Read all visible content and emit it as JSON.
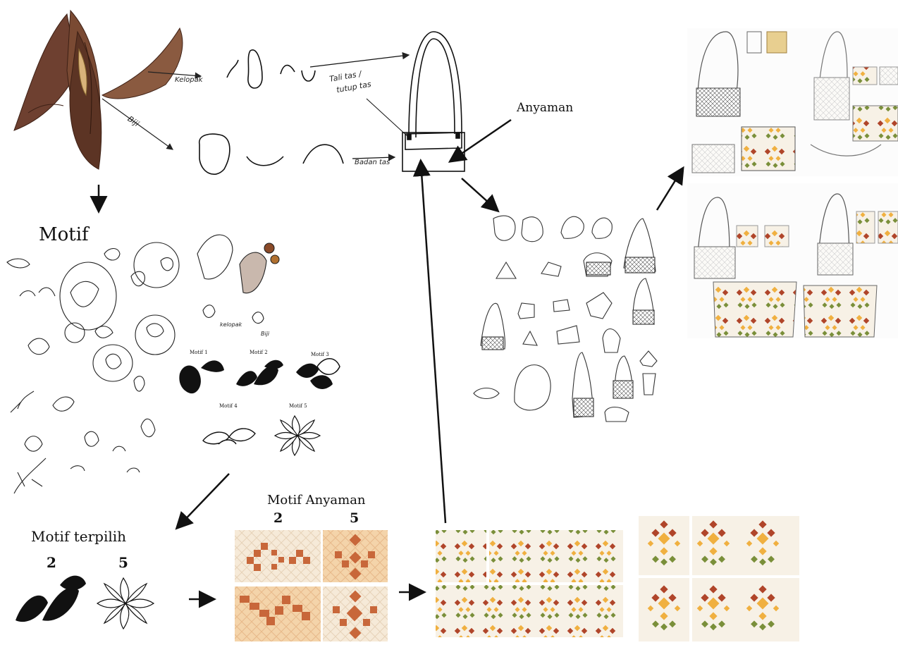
{
  "labels": {
    "kelopak": "Kelopak",
    "biji": "Biji",
    "tali_tas": "Tali tas /",
    "tutup_tas": "tutup tas",
    "badan_tas": "Badan tas",
    "anyaman": "Anyaman",
    "motif": "Motif",
    "motif1": "Motif 1",
    "motif2": "Motif 2",
    "motif3": "Motif 3",
    "motif4": "Motif 4",
    "motif5": "Motif 5",
    "kelopak_small": "kelopak",
    "biji_small": "Biji",
    "motif_terpilih": "Motif terpilih",
    "pick_2": "2",
    "pick_5": "5",
    "motif_anyaman": "Motif Anyaman",
    "ma_2": "2",
    "ma_5": "5"
  },
  "colors": {
    "flower_brown": "#7a4a33",
    "flower_dark": "#4a2a1a",
    "weave_orange": "#c8673a",
    "weave_light": "#f5d9b8",
    "pattern_red": "#b0452a",
    "pattern_yellow": "#f0b040",
    "pattern_green": "#7a8f3a",
    "bg_cream": "#f7f1e6"
  }
}
